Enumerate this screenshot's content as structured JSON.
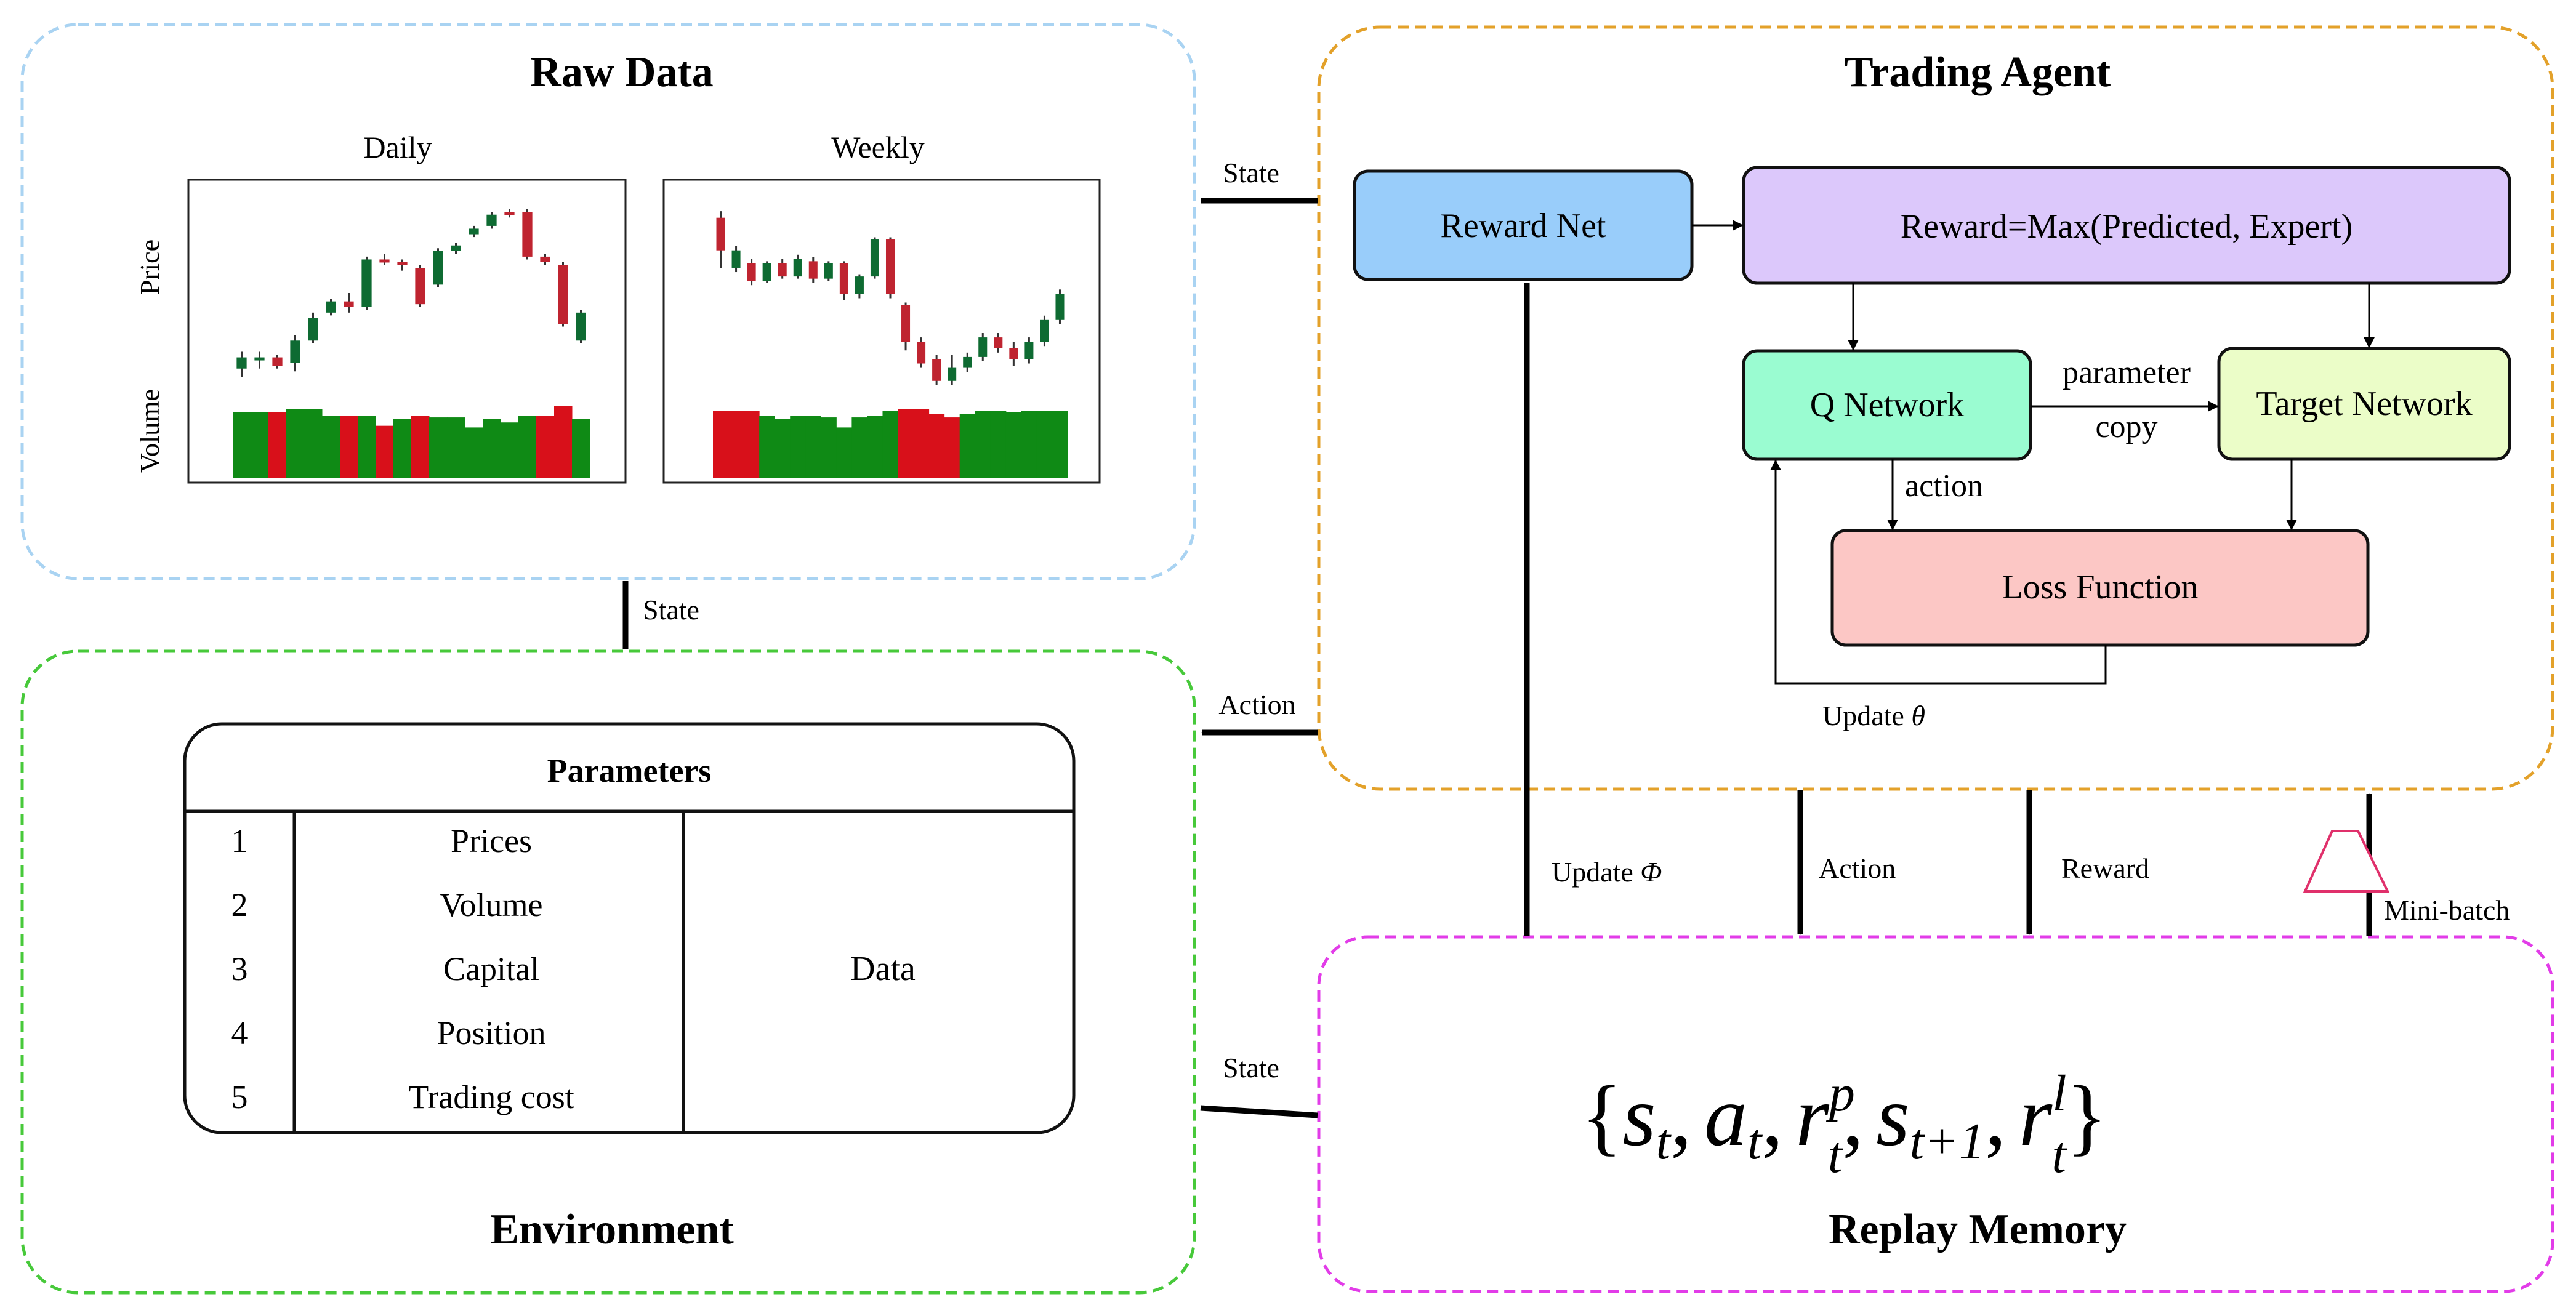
{
  "colors": {
    "raw_border": "#a9d3f2",
    "agent_border": "#e3a12a",
    "env_border": "#47c93a",
    "replay_border": "#e23ce8",
    "reward_net_fill": "#99cdfa",
    "reward_max_fill": "#dcc8fb",
    "q_network_fill": "#9afcd1",
    "target_network_fill": "#ebfdc8",
    "loss_fill": "#fcc7c5",
    "candle_up": "#0e6b32",
    "candle_down": "#bf2430",
    "volume_green": "#0f8a15",
    "volume_red": "#d8101a",
    "minibatch_color": "#e0306b"
  },
  "raw_data": {
    "title": "Raw Data",
    "daily_label": "Daily",
    "weekly_label": "Weekly",
    "price_axis": "Price",
    "volume_axis": "Volume",
    "daily_candles": [
      {
        "o": -2,
        "c": 2,
        "h": 4,
        "l": -5,
        "up": true
      },
      {
        "o": 1,
        "c": 2,
        "h": 4,
        "l": -2,
        "up": true
      },
      {
        "o": 2,
        "c": -1,
        "h": 3,
        "l": -2,
        "up": false
      },
      {
        "o": 0,
        "c": 8,
        "h": 10,
        "l": -3,
        "up": true
      },
      {
        "o": 8,
        "c": 16,
        "h": 18,
        "l": 7,
        "up": true
      },
      {
        "o": 18,
        "c": 22,
        "h": 23,
        "l": 17,
        "up": true
      },
      {
        "o": 22,
        "c": 20,
        "h": 25,
        "l": 18,
        "up": false
      },
      {
        "o": 20,
        "c": 37,
        "h": 38,
        "l": 19,
        "up": true
      },
      {
        "o": 37,
        "c": 36,
        "h": 39,
        "l": 35,
        "up": false
      },
      {
        "o": 36,
        "c": 35,
        "h": 37,
        "l": 33,
        "up": false
      },
      {
        "o": 34,
        "c": 21,
        "h": 35,
        "l": 20,
        "up": false
      },
      {
        "o": 28,
        "c": 40,
        "h": 41,
        "l": 27,
        "up": true
      },
      {
        "o": 40,
        "c": 42,
        "h": 43,
        "l": 39,
        "up": true
      },
      {
        "o": 46,
        "c": 48,
        "h": 49,
        "l": 45,
        "up": true
      },
      {
        "o": 49,
        "c": 53,
        "h": 54,
        "l": 48,
        "up": true
      },
      {
        "o": 54,
        "c": 53,
        "h": 55,
        "l": 52,
        "up": false
      },
      {
        "o": 54,
        "c": 38,
        "h": 55,
        "l": 37,
        "up": false
      },
      {
        "o": 38,
        "c": 36,
        "h": 39,
        "l": 35,
        "up": false
      },
      {
        "o": 35,
        "c": 14,
        "h": 36,
        "l": 13,
        "up": false
      },
      {
        "o": 8,
        "c": 18,
        "h": 19,
        "l": 7,
        "up": true
      }
    ],
    "daily_volumes": [
      {
        "v": 0.78,
        "up": true
      },
      {
        "v": 0.78,
        "up": true
      },
      {
        "v": 0.78,
        "up": false
      },
      {
        "v": 0.82,
        "up": true
      },
      {
        "v": 0.82,
        "up": true
      },
      {
        "v": 0.74,
        "up": true
      },
      {
        "v": 0.74,
        "up": false
      },
      {
        "v": 0.74,
        "up": true
      },
      {
        "v": 0.62,
        "up": false
      },
      {
        "v": 0.7,
        "up": true
      },
      {
        "v": 0.74,
        "up": false
      },
      {
        "v": 0.72,
        "up": true
      },
      {
        "v": 0.72,
        "up": true
      },
      {
        "v": 0.6,
        "up": true
      },
      {
        "v": 0.7,
        "up": true
      },
      {
        "v": 0.66,
        "up": true
      },
      {
        "v": 0.74,
        "up": true
      },
      {
        "v": 0.74,
        "up": false
      },
      {
        "v": 0.86,
        "up": false
      },
      {
        "v": 0.7,
        "up": true
      }
    ],
    "weekly_candles": [
      {
        "o": 35,
        "c": 20,
        "h": 38,
        "l": 12,
        "up": false
      },
      {
        "o": 12,
        "c": 20,
        "h": 22,
        "l": 10,
        "up": true
      },
      {
        "o": 14,
        "c": 6,
        "h": 16,
        "l": 4,
        "up": false
      },
      {
        "o": 6,
        "c": 14,
        "h": 15,
        "l": 5,
        "up": true
      },
      {
        "o": 14,
        "c": 8,
        "h": 16,
        "l": 7,
        "up": false
      },
      {
        "o": 8,
        "c": 16,
        "h": 18,
        "l": 7,
        "up": true
      },
      {
        "o": 15,
        "c": 7,
        "h": 17,
        "l": 5,
        "up": false
      },
      {
        "o": 7,
        "c": 14,
        "h": 15,
        "l": 6,
        "up": true
      },
      {
        "o": 14,
        "c": 0,
        "h": 15,
        "l": -3,
        "up": false
      },
      {
        "o": 0,
        "c": 8,
        "h": 9,
        "l": -2,
        "up": true
      },
      {
        "o": 8,
        "c": 25,
        "h": 26,
        "l": 7,
        "up": true
      },
      {
        "o": 25,
        "c": 0,
        "h": 26,
        "l": -2,
        "up": false
      },
      {
        "o": -5,
        "c": -22,
        "h": -4,
        "l": -26,
        "up": false
      },
      {
        "o": -22,
        "c": -32,
        "h": -20,
        "l": -34,
        "up": false
      },
      {
        "o": -30,
        "c": -40,
        "h": -28,
        "l": -42,
        "up": false
      },
      {
        "o": -40,
        "c": -34,
        "h": -28,
        "l": -42,
        "up": true
      },
      {
        "o": -34,
        "c": -29,
        "h": -27,
        "l": -36,
        "up": true
      },
      {
        "o": -29,
        "c": -20,
        "h": -18,
        "l": -31,
        "up": true
      },
      {
        "o": -20,
        "c": -25,
        "h": -18,
        "l": -27,
        "up": false
      },
      {
        "o": -25,
        "c": -30,
        "h": -22,
        "l": -33,
        "up": false
      },
      {
        "o": -30,
        "c": -22,
        "h": -20,
        "l": -32,
        "up": true
      },
      {
        "o": -22,
        "c": -12,
        "h": -10,
        "l": -24,
        "up": true
      },
      {
        "o": -12,
        "c": 0,
        "h": 2,
        "l": -14,
        "up": true
      }
    ],
    "weekly_volumes": [
      {
        "v": 0.8,
        "up": false
      },
      {
        "v": 0.8,
        "up": false
      },
      {
        "v": 0.8,
        "up": false
      },
      {
        "v": 0.74,
        "up": true
      },
      {
        "v": 0.7,
        "up": true
      },
      {
        "v": 0.74,
        "up": true
      },
      {
        "v": 0.74,
        "up": true
      },
      {
        "v": 0.72,
        "up": true
      },
      {
        "v": 0.6,
        "up": true
      },
      {
        "v": 0.72,
        "up": true
      },
      {
        "v": 0.74,
        "up": true
      },
      {
        "v": 0.8,
        "up": true
      },
      {
        "v": 0.82,
        "up": false
      },
      {
        "v": 0.82,
        "up": false
      },
      {
        "v": 0.76,
        "up": false
      },
      {
        "v": 0.72,
        "up": false
      },
      {
        "v": 0.76,
        "up": true
      },
      {
        "v": 0.8,
        "up": true
      },
      {
        "v": 0.8,
        "up": true
      },
      {
        "v": 0.78,
        "up": true
      },
      {
        "v": 0.8,
        "up": true
      },
      {
        "v": 0.8,
        "up": true
      },
      {
        "v": 0.8,
        "up": true
      }
    ]
  },
  "trading_agent": {
    "title": "Trading Agent",
    "reward_net": "Reward Net",
    "reward_formula": "Reward=Max(Predicted, Expert)",
    "q_network": "Q Network",
    "target_network": "Target Network",
    "loss_function": "Loss Function",
    "parameter_label": "parameter",
    "copy_label": "copy",
    "action_label": "action",
    "update_theta_prefix": "Update ",
    "update_theta_symbol": "θ"
  },
  "environment": {
    "title": "Environment",
    "table_header": "Parameters",
    "rows": [
      {
        "num": "1",
        "name": "Prices"
      },
      {
        "num": "2",
        "name": "Volume"
      },
      {
        "num": "3",
        "name": "Capital"
      },
      {
        "num": "4",
        "name": "Position"
      },
      {
        "num": "5",
        "name": "Trading cost"
      }
    ],
    "data_cell": "Data"
  },
  "replay_memory": {
    "title": "Replay Memory",
    "formula": {
      "open": "{",
      "close": "}",
      "comma": ",",
      "s": "s",
      "a": "a",
      "r": "r",
      "sub_t": "t",
      "sub_t1": "t+1",
      "sup_p": "p",
      "sup_l": "l"
    }
  },
  "arrows": {
    "state_raw_to_agent": "State",
    "state_raw_to_env": "State",
    "action_agent_to_env": "Action",
    "state_env_to_replay": "State",
    "update_phi_prefix": "Update ",
    "update_phi_symbol": "Φ",
    "action_to_replay": "Action",
    "reward_to_replay": "Reward",
    "minibatch": "Mini-batch"
  }
}
